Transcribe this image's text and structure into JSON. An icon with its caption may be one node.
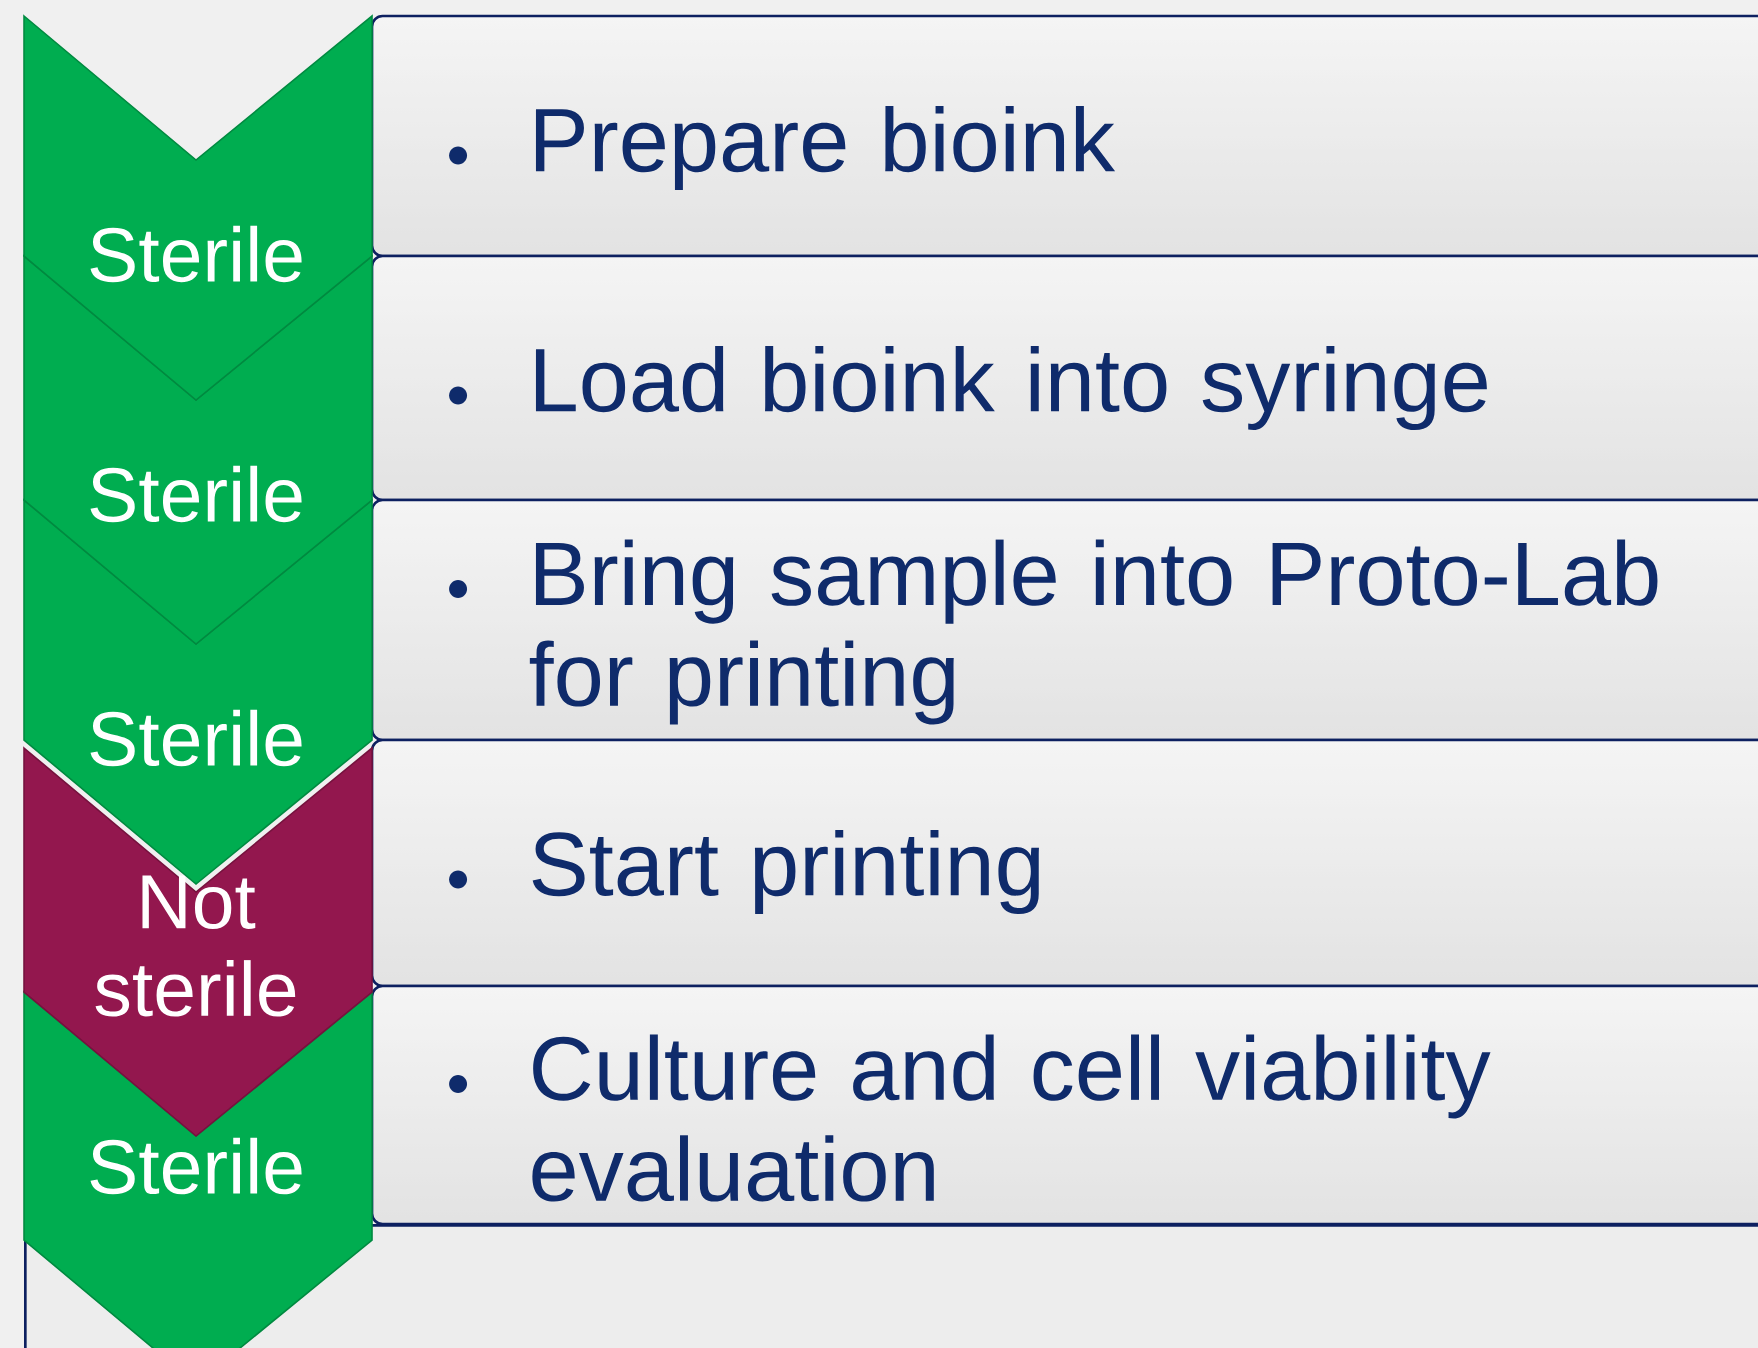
{
  "diagram": {
    "nodes": [
      {
        "text": [
          "Sterile"
        ]
      },
      {
        "text": [
          "Prepare bioink"
        ]
      },
      {
        "text": [
          "Sterile"
        ]
      },
      {
        "text": [
          "Load bioink into syringe"
        ]
      },
      {
        "text": [
          "Sterile"
        ]
      },
      {
        "text": [
          "Bring sample into Proto-Lab for printing"
        ]
      },
      {
        "text": [
          "Not sterile"
        ]
      },
      {
        "text": [
          "Start printing"
        ]
      },
      {
        "text": [
          "Sterile"
        ]
      },
      {
        "text": [
          "Culture and cell viability evaluation"
        ]
      },
      {
        "text": [],
        "shape": "box"
      }
    ]
  }
}
